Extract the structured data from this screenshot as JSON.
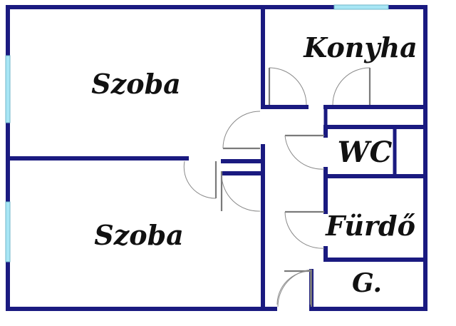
{
  "rooms": [
    {
      "id": "szoba-1",
      "label": "Szoba"
    },
    {
      "id": "szoba-2",
      "label": "Szoba"
    },
    {
      "id": "konyha",
      "label": "Konyha"
    },
    {
      "id": "wc",
      "label": "WC"
    },
    {
      "id": "furdo",
      "label": "Fürdő"
    },
    {
      "id": "gardrob",
      "label": "G."
    }
  ],
  "colors": {
    "wall": "#1a1a80",
    "window": "#a8e6f5",
    "door": "#7a7a7a",
    "text": "#111111",
    "background": "#ffffff"
  }
}
